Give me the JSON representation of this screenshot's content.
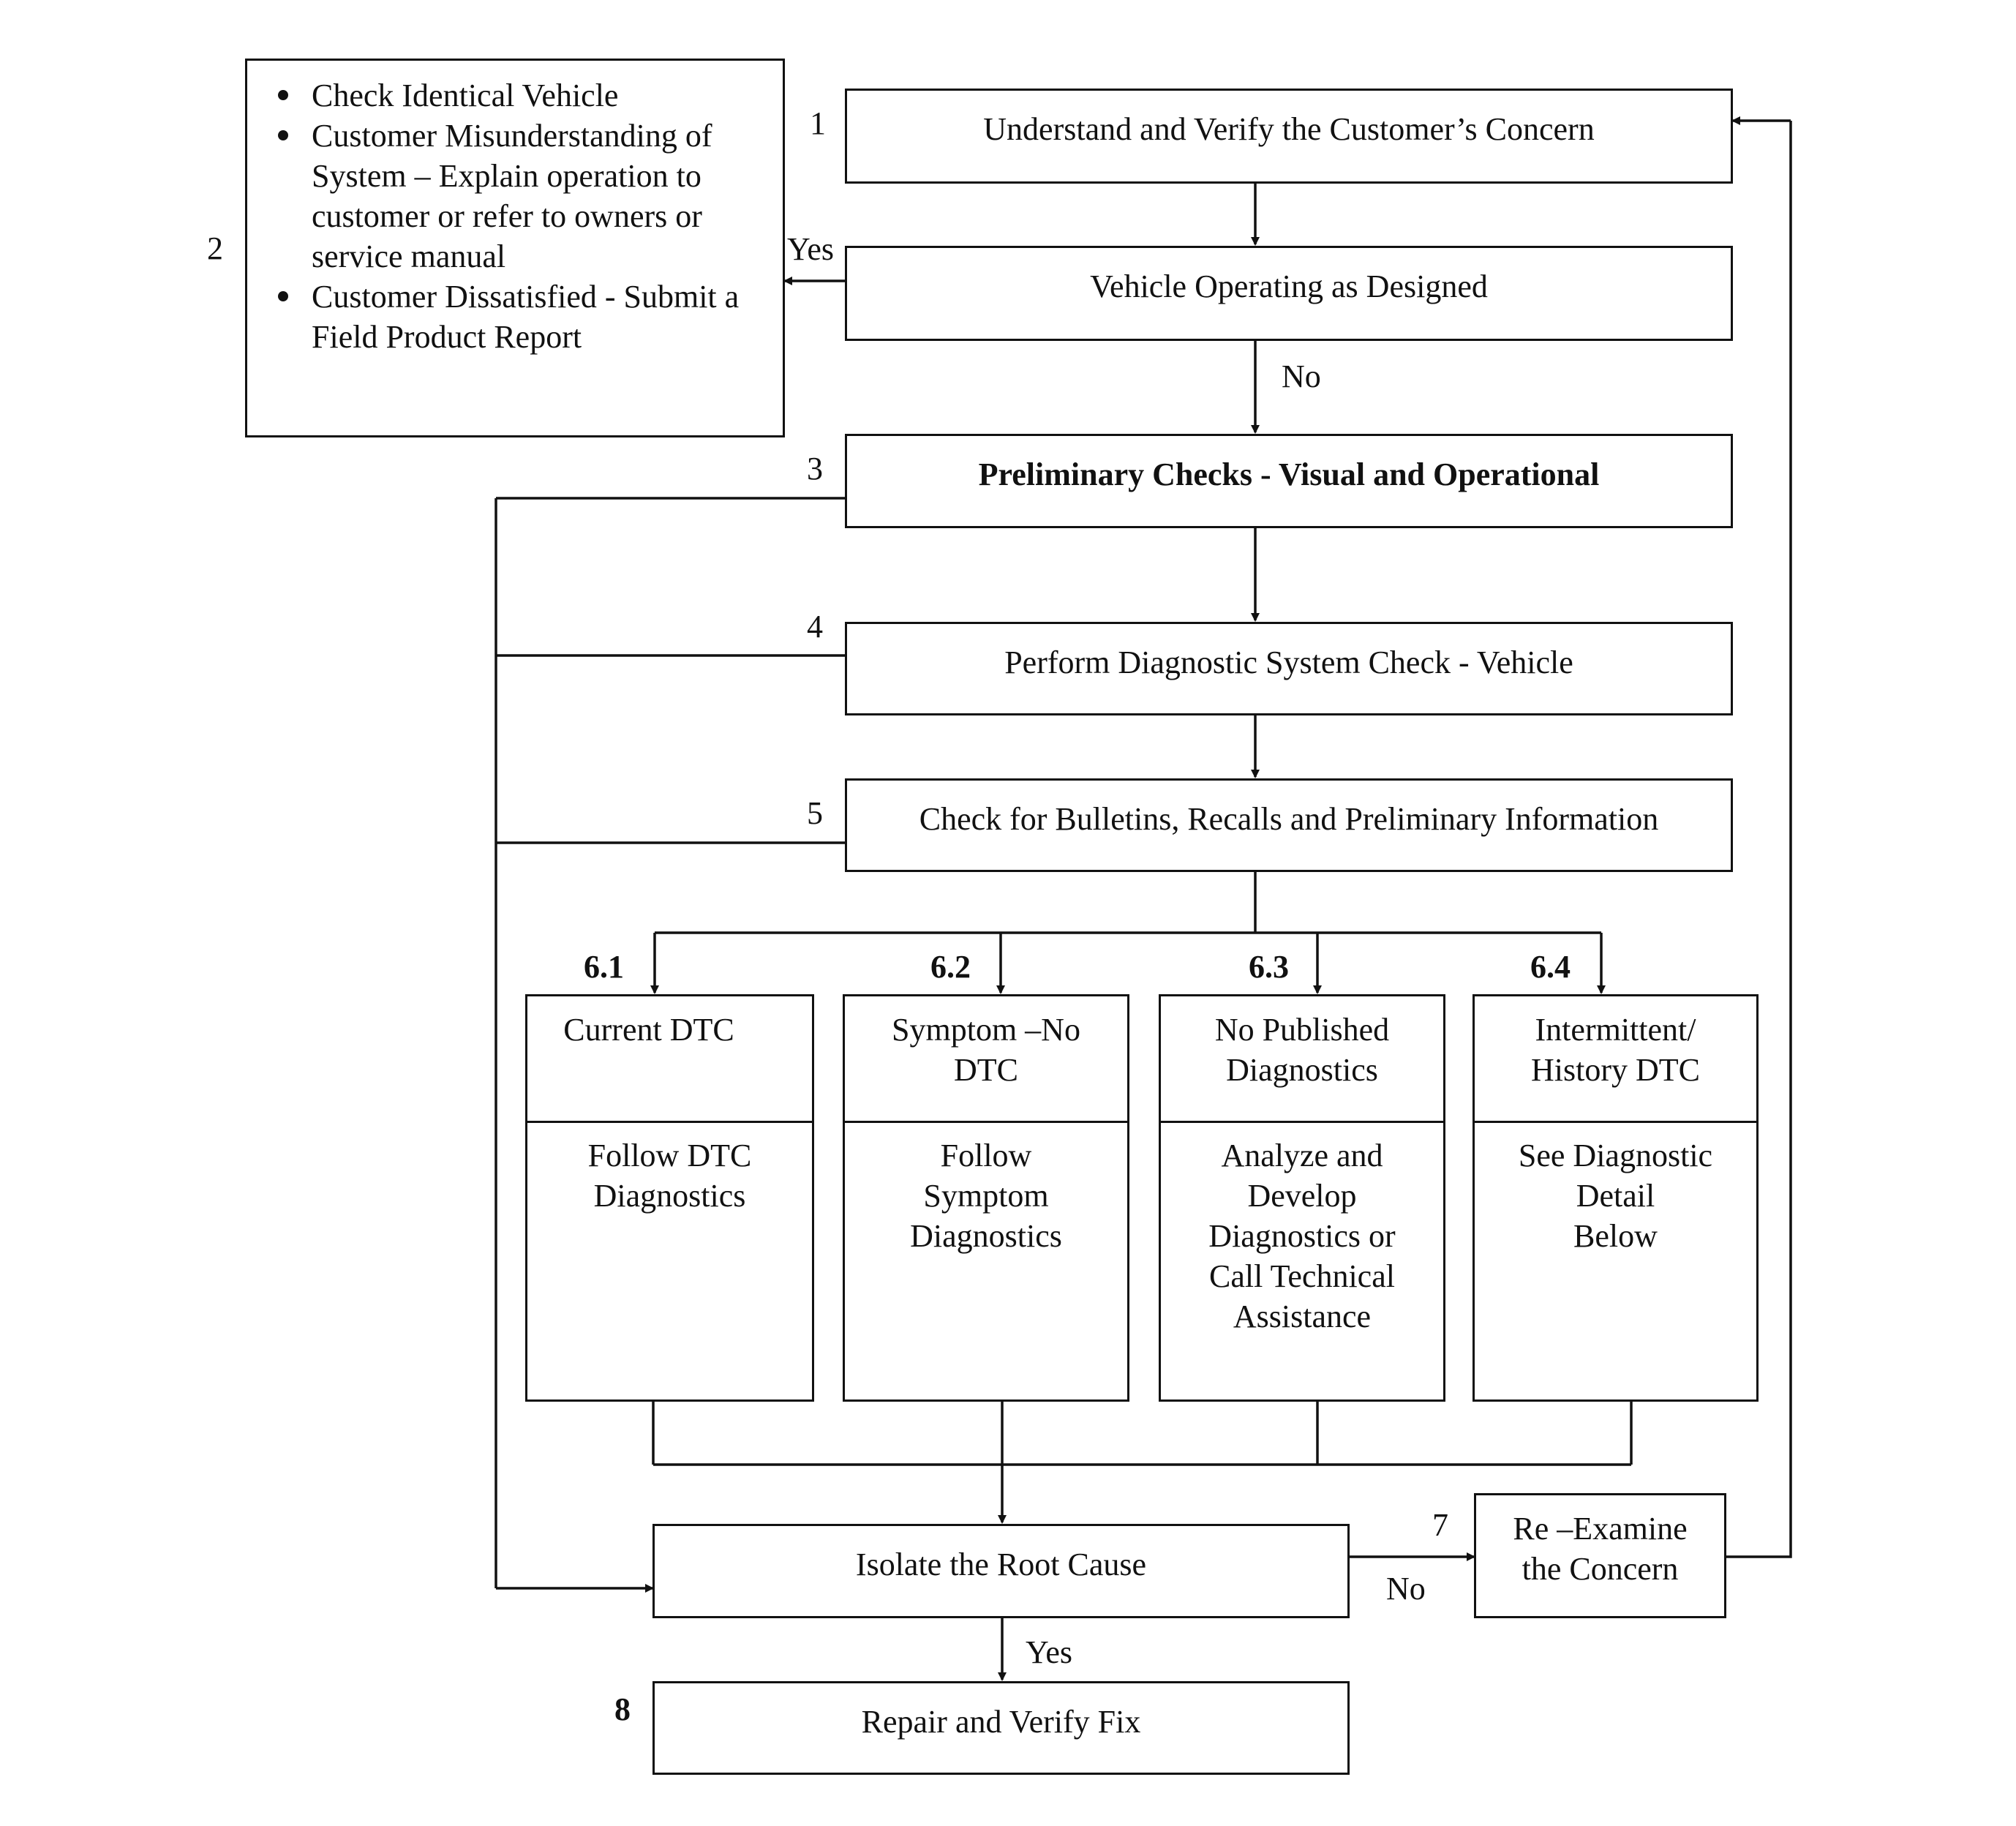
{
  "step_numbers": {
    "n1": "1",
    "n2": "2",
    "n3": "3",
    "n4": "4",
    "n5": "5",
    "n61": "6.1",
    "n62": "6.2",
    "n63": "6.3",
    "n64": "6.4",
    "n7": "7",
    "n8": "8"
  },
  "step1": "Understand and Verify the Customer’s Concern",
  "step2": [
    "Check Identical Vehicle",
    "Customer Misunderstanding of System – Explain operation to customer or refer to owners or service manual",
    "Customer Dissatisfied - Submit a Field Product Report"
  ],
  "decision": "Vehicle Operating as Designed",
  "yes_label": "Yes",
  "no_label": "No",
  "step3": "Preliminary Checks - Visual and Operational",
  "step4": "Perform Diagnostic System Check - Vehicle",
  "step5": "Check for Bulletins, Recalls and Preliminary Information",
  "branches": [
    {
      "title": "Current DTC",
      "body": "Follow DTC\nDiagnostics"
    },
    {
      "title": "Symptom –No\nDTC",
      "body": "Follow\nSymptom\nDiagnostics"
    },
    {
      "title": "No Published\nDiagnostics",
      "body": "Analyze and\nDevelop\nDiagnostics or\nCall Technical\nAssistance"
    },
    {
      "title": "Intermittent/\nHistory DTC",
      "body": "See Diagnostic\nDetail\nBelow"
    }
  ],
  "isolate": "Isolate the Root Cause",
  "reexamine": "Re –Examine\nthe Concern",
  "isolate_no": "No",
  "isolate_yes": "Yes",
  "step8": "Repair and Verify Fix"
}
